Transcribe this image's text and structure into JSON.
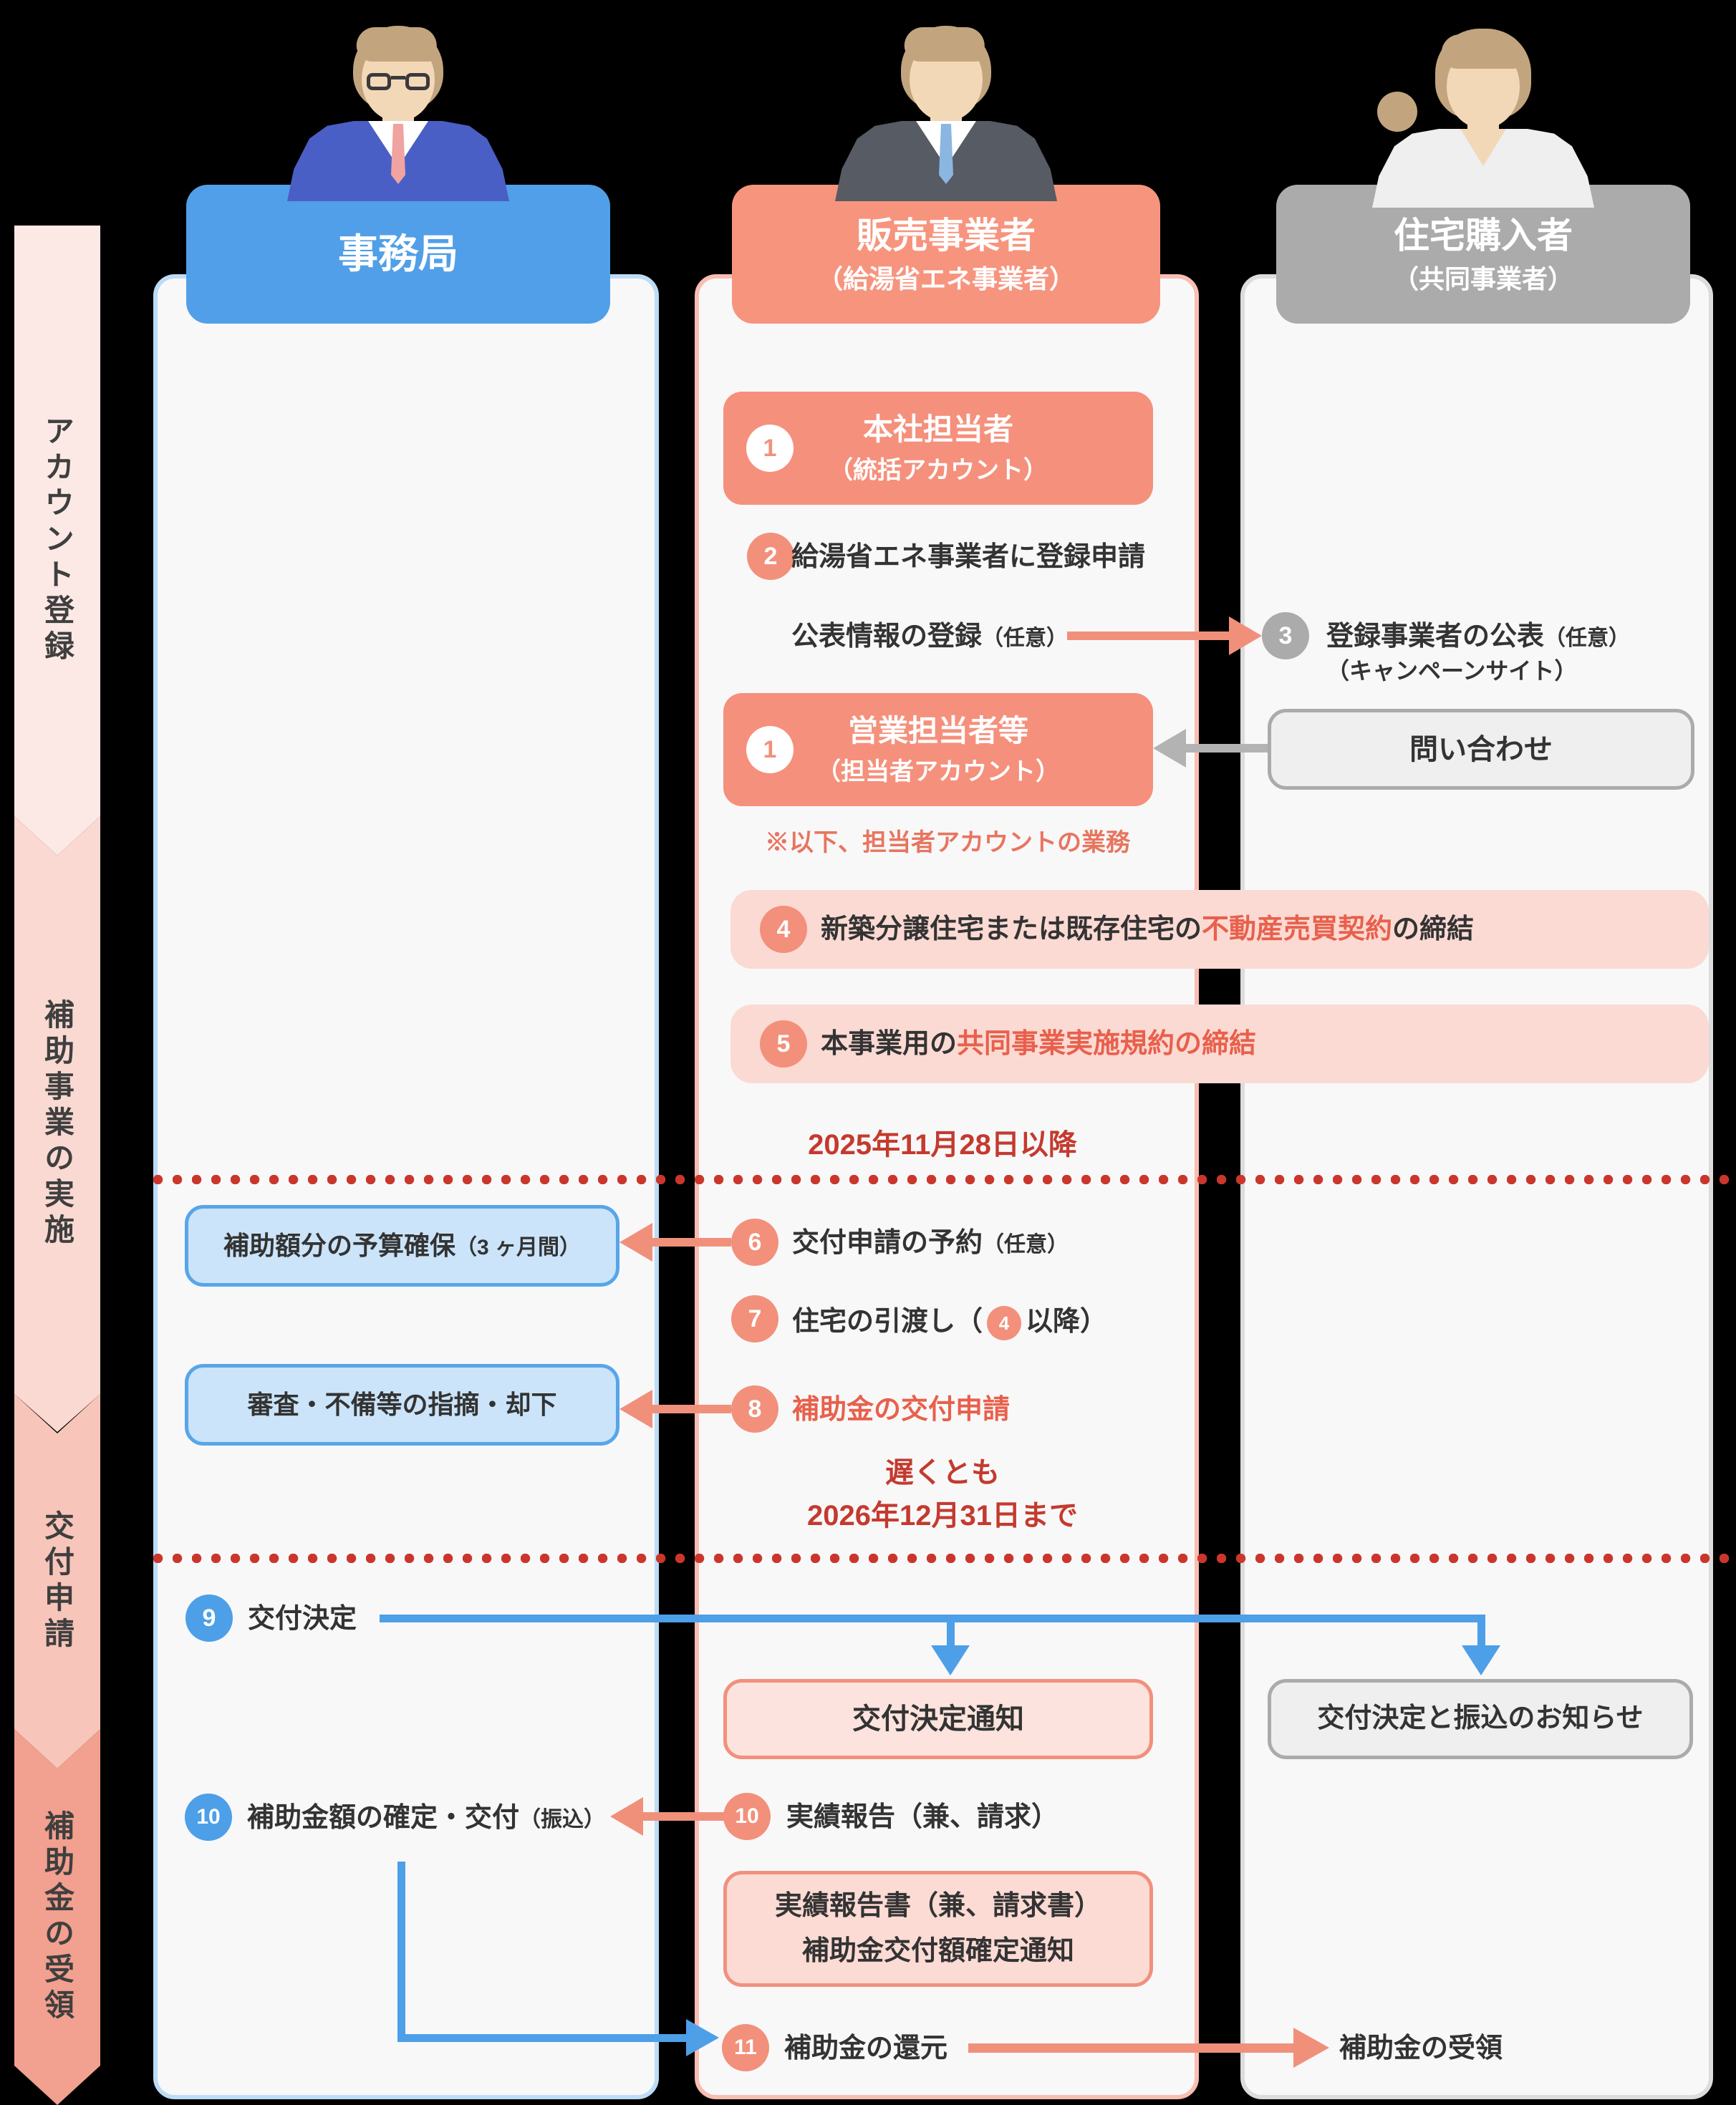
{
  "phases": [
    {
      "label": "アカウント登録"
    },
    {
      "label": "補助事業の実施"
    },
    {
      "label": "交付申請"
    },
    {
      "label": "補助金の受領"
    }
  ],
  "columns": {
    "secretariat": {
      "title": "事務局"
    },
    "seller": {
      "title": "販売事業者",
      "subtitle": "（給湯省エネ事業者）"
    },
    "buyer": {
      "title": "住宅購入者",
      "subtitle": "（共同事業者）"
    }
  },
  "steps": {
    "s1a": {
      "num": "1",
      "line1": "本社担当者",
      "line2": "（統括アカウント）"
    },
    "s2": {
      "num": "2",
      "text": "給湯省エネ事業者に登録申請"
    },
    "pub": {
      "text": "公表情報の登録",
      "paren": "（任意）"
    },
    "s3": {
      "num": "3",
      "text": "登録事業者の公表",
      "paren": "（任意）",
      "line2": "（キャンペーンサイト）"
    },
    "inquiry": {
      "label": "問い合わせ"
    },
    "s1b": {
      "num": "1",
      "line1": "営業担当者等",
      "line2": "（担当者アカウント）"
    },
    "note": "※以下、担当者アカウントの業務",
    "s4": {
      "num": "4",
      "pre": "新築分譲住宅または既存住宅の",
      "em": "不動産売買契約",
      "post": "の締結"
    },
    "s5": {
      "num": "5",
      "pre": "本事業用の",
      "em": "共同事業実施規約の締結",
      "post": ""
    },
    "date1": "2025年11月28日以降",
    "s6": {
      "num": "6",
      "text": "交付申請の予約",
      "paren": "（任意）"
    },
    "budget_box": {
      "text": "補助額分の予算確保",
      "paren": "（3 ヶ月間）"
    },
    "s7": {
      "num": "7",
      "pre": "住宅の引渡し（",
      "inline_num": "4",
      "post": "以降）"
    },
    "s8": {
      "num": "8",
      "text": "補助金の交付申請"
    },
    "review_box": {
      "label": "審査・不備等の指摘・却下"
    },
    "date2a": "遅くとも",
    "date2b": "2026年12月31日まで",
    "s9": {
      "num": "9",
      "text": "交付決定"
    },
    "notice_box_seller": {
      "label": "交付決定通知"
    },
    "notice_box_buyer": {
      "label": "交付決定と振込のお知らせ"
    },
    "s10_left": {
      "num": "10",
      "text": "補助金額の確定・交付",
      "paren": "（振込）"
    },
    "s10_mid": {
      "num": "10",
      "text": "実績報告（兼、請求）"
    },
    "report_box": {
      "line1": "実績報告書（兼、請求書）",
      "line2": "補助金交付額確定通知"
    },
    "s11": {
      "num": "11",
      "text": "補助金の還元"
    },
    "receive": "補助金の受領"
  },
  "colors": {
    "secretariat_blue": "#519fe8",
    "seller_salmon": "#f7947e",
    "buyer_gray": "#ababab",
    "band_pink": "#fbdad3",
    "accent_red_text": "#c43a2e",
    "accent_salmon_text": "#e8604c",
    "arrow_blue": "#4d9fe8",
    "arrow_salmon": "#f0907b",
    "arrow_gray": "#b3b3b3",
    "dotted_line_red": "#cb362c"
  }
}
